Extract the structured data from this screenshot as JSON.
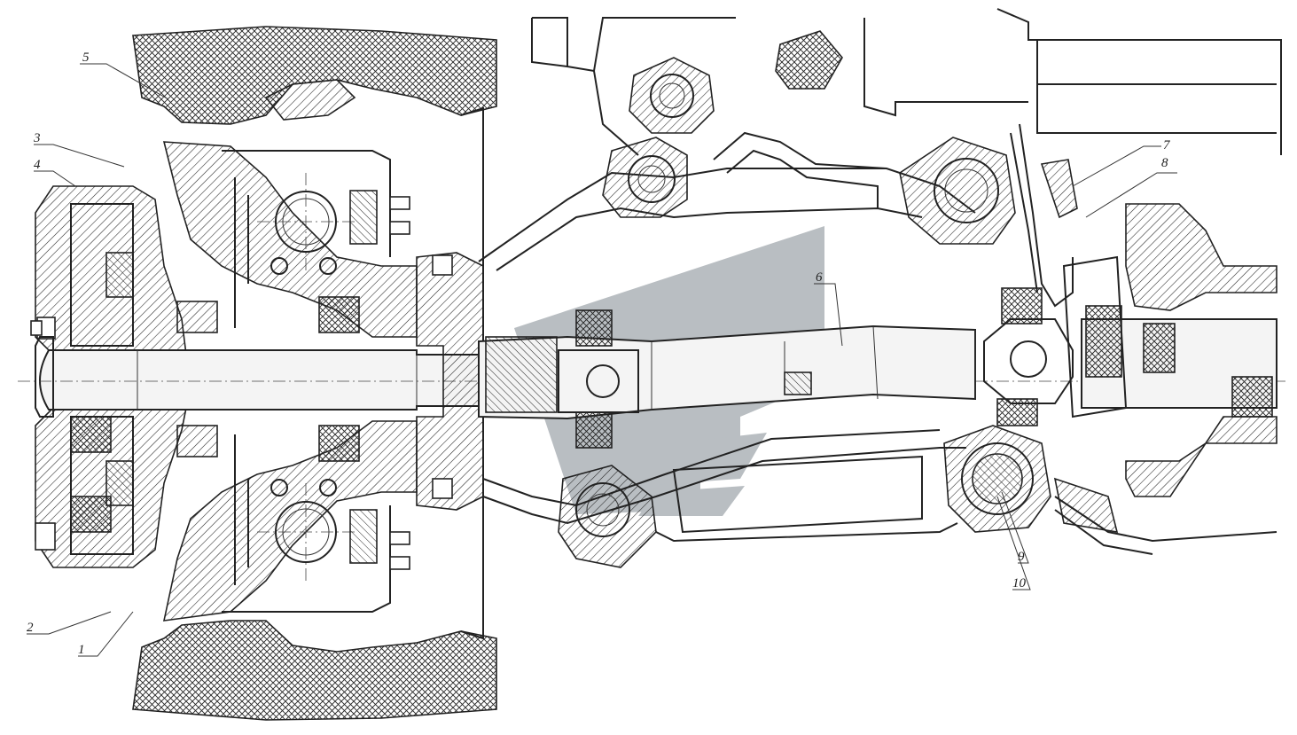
{
  "callouts": [
    {
      "id": "c1",
      "label": "1"
    },
    {
      "id": "c2",
      "label": "2"
    },
    {
      "id": "c3",
      "label": "3"
    },
    {
      "id": "c4",
      "label": "4"
    },
    {
      "id": "c5",
      "label": "5"
    },
    {
      "id": "c6",
      "label": "6"
    },
    {
      "id": "c7",
      "label": "7"
    },
    {
      "id": "c8",
      "label": "8"
    },
    {
      "id": "c9",
      "label": "9"
    },
    {
      "id": "c10",
      "label": "10"
    }
  ],
  "colors": {
    "line": "#222222",
    "hatch": "#222222",
    "watermark": "#b9bec2",
    "paper": "#ffffff"
  }
}
